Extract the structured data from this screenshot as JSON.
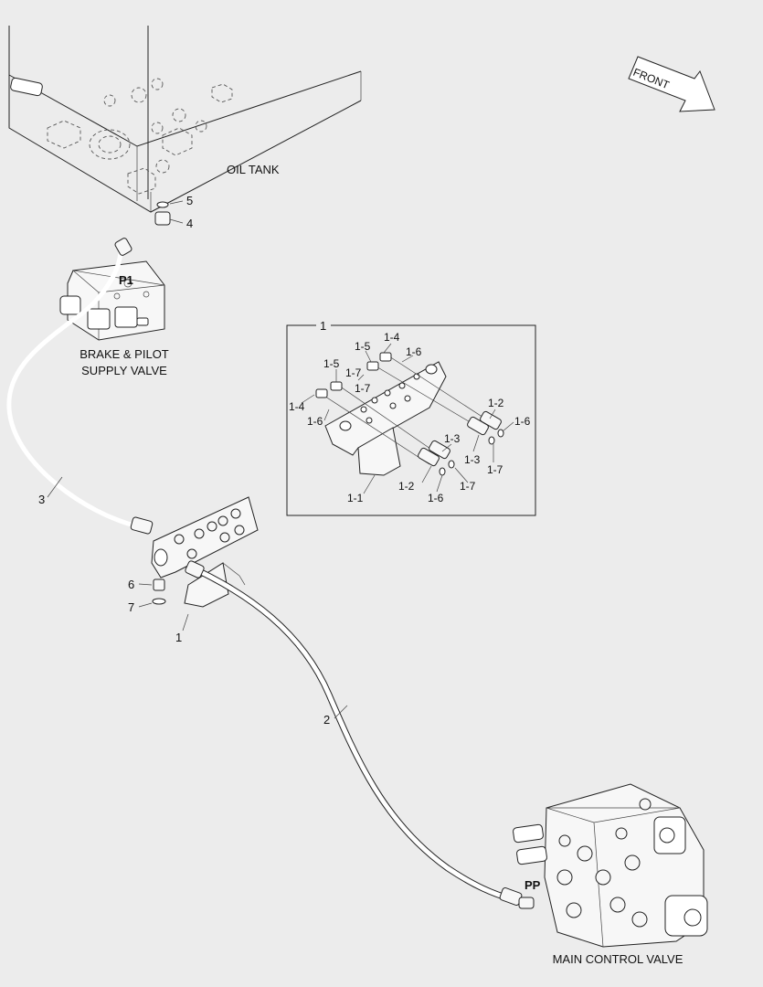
{
  "labels": {
    "oil_tank": "OIL TANK",
    "front": "FRONT",
    "brake_pilot_line1": "BRAKE & PILOT",
    "brake_pilot_line2": "SUPPLY VALVE",
    "main_control_valve": "MAIN CONTROL VALVE",
    "port_p1": "P1",
    "port_pp": "PP"
  },
  "callouts": {
    "c5": "5",
    "c4": "4",
    "c3": "3",
    "c6": "6",
    "c7": "7",
    "c1": "1",
    "c2": "2"
  },
  "detail": {
    "title": "1",
    "items": {
      "d14": "1-4",
      "d15": "1-5",
      "d16": "1-6",
      "d17": "1-7",
      "d15b": "1-5",
      "d17b": "1-7",
      "d14b": "1-4",
      "d16b": "1-6",
      "d12": "1-2",
      "d16c": "1-6",
      "d13": "1-3",
      "d13b": "1-3",
      "d17c": "1-7",
      "d17d": "1-7",
      "d11": "1-1",
      "d12b": "1-2",
      "d16d": "1-6"
    }
  }
}
